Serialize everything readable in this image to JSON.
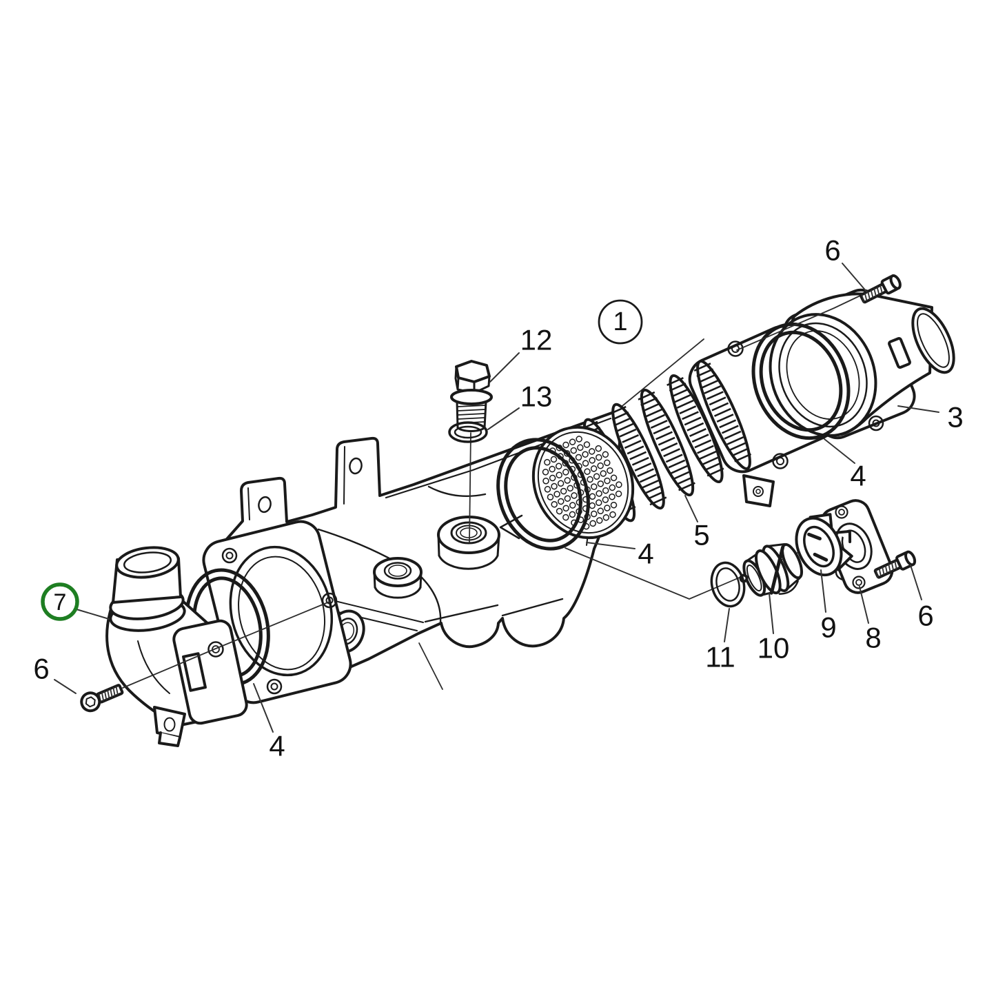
{
  "diagram": {
    "background": "#ffffff",
    "line_color": "#1a1a1a",
    "leader_color": "#333333",
    "label_color": "#121212",
    "highlight_color": "#1e7e22",
    "callouts": [
      {
        "label": "1",
        "circled": true,
        "highlighted": false
      },
      {
        "label": "7",
        "circled": true,
        "highlighted": true
      },
      {
        "label": "3",
        "circled": false,
        "highlighted": false
      },
      {
        "label": "4",
        "circled": false,
        "highlighted": false
      },
      {
        "label": "4",
        "circled": false,
        "highlighted": false
      },
      {
        "label": "4",
        "circled": false,
        "highlighted": false
      },
      {
        "label": "5",
        "circled": false,
        "highlighted": false
      },
      {
        "label": "6",
        "circled": false,
        "highlighted": false
      },
      {
        "label": "6",
        "circled": false,
        "highlighted": false
      },
      {
        "label": "6",
        "circled": false,
        "highlighted": false
      },
      {
        "label": "8",
        "circled": false,
        "highlighted": false
      },
      {
        "label": "9",
        "circled": false,
        "highlighted": false
      },
      {
        "label": "10",
        "circled": false,
        "highlighted": false
      },
      {
        "label": "11",
        "circled": false,
        "highlighted": false
      },
      {
        "label": "12",
        "circled": false,
        "highlighted": false
      },
      {
        "label": "13",
        "circled": false,
        "highlighted": false
      }
    ]
  }
}
